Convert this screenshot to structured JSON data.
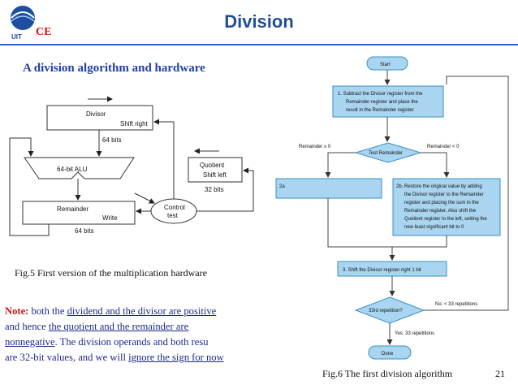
{
  "slide": {
    "title": "Division",
    "subtitle": "A division algorithm and hardware",
    "page_number": "21",
    "logo": {
      "text": "CE",
      "brand": "UIT"
    }
  },
  "hardware": {
    "divisor": {
      "name": "Divisor",
      "action": "Shift right",
      "width": "64 bits"
    },
    "alu": {
      "label": "64-bit ALU"
    },
    "remainder": {
      "name": "Remainder",
      "action": "Write",
      "width": "64 bits"
    },
    "quotient": {
      "name": "Quotient",
      "action": "Shift left",
      "width": "32 bits"
    },
    "control": {
      "line1": "Control",
      "line2": "test"
    },
    "caption": "Fig.5 First version of the multiplication hardware"
  },
  "flowchart": {
    "start": "Start",
    "step1": [
      "1.  Subtract the Divisor register from the",
      "Remainder register and place the",
      "result in the Remainder register"
    ],
    "test": "Test Remainder",
    "branch_left": "Remainder ≥ 0",
    "branch_right": "Remainder < 0",
    "step2a": "2a",
    "step2b": [
      "2b.  Restore the original value by adding",
      "the Divisor register to the Remainder",
      "register and placing the sum in the",
      "Remainder register. Also shift the",
      "Quotient register to the left, setting the",
      "new least significant bit to 0"
    ],
    "step3": "3.  Shift the Divisor register right 1 bit",
    "repetition": "33rd repetition?",
    "no_label": "No: < 33 repetitions",
    "yes_label": "Yes: 33 repetitions",
    "done": "Done",
    "caption": "Fig.6 The first division algorithm"
  },
  "note": {
    "label": "Note:",
    "line1_a": " both the ",
    "line1_b": "dividend and the divisor are positive",
    "line2_a": "and hence ",
    "line2_b": "the quotient  and  the  remainder  are",
    "line3_b": "nonnegative",
    "line3_c": ".  The  division  operands  and  both resu",
    "line4_a": "are 32-bit values, and we will ",
    "line4_b": "ignore the sign for now"
  },
  "colors": {
    "title": "#1f4e9a",
    "flow_box": "#a9d5f0",
    "flow_border": "#3a8fc8",
    "note_label": "#c41818",
    "note_text": "#1c2a8c"
  }
}
